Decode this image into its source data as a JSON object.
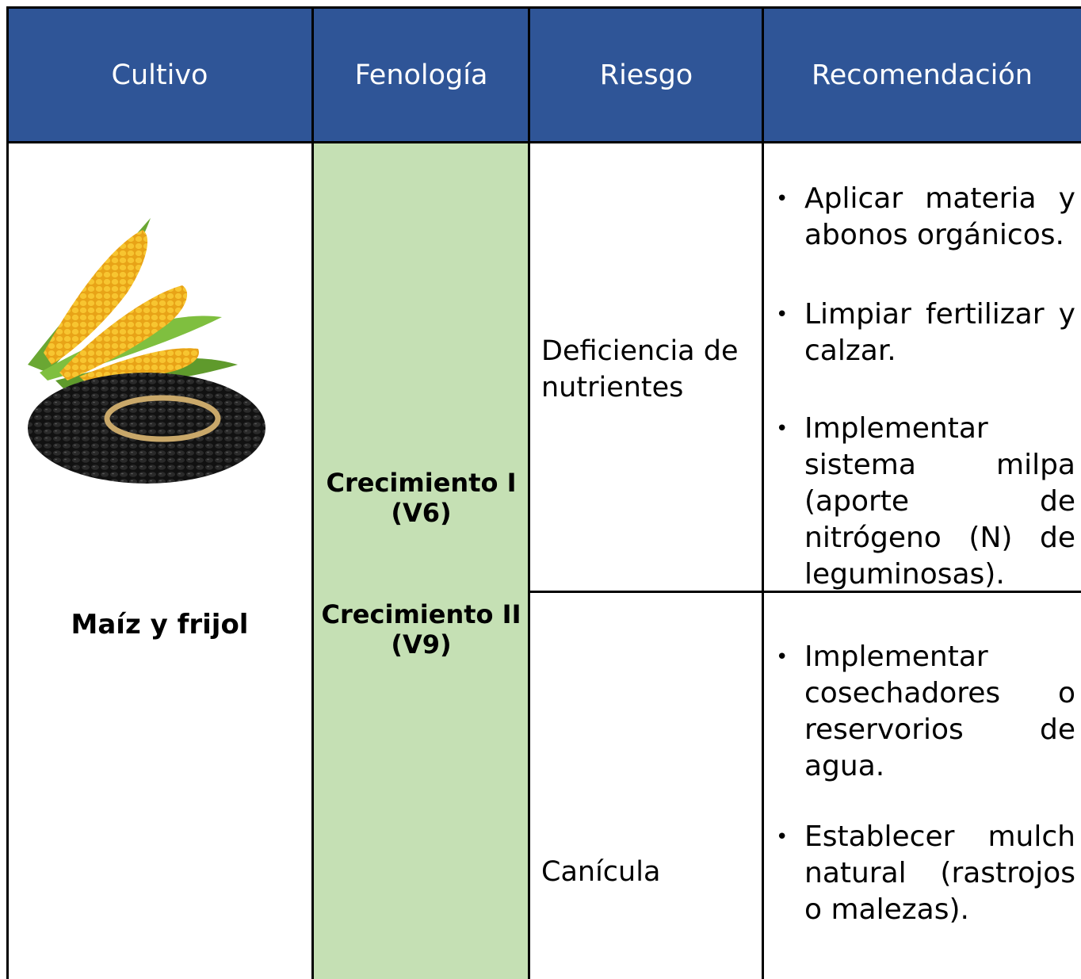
{
  "header": {
    "cultivo": "Cultivo",
    "fenologia": "Fenología",
    "riesgo": "Riesgo",
    "recomendacion": "Recomendación"
  },
  "row": {
    "crop_name": "Maíz y frijol",
    "crop_image": "corn-and-black-beans-photo",
    "phenology": [
      "Crecimiento I (V6)",
      "Crecimiento II (V9)"
    ]
  },
  "risks": [
    {
      "name": "Deficiencia de nutrientes",
      "recommendations": [
        "Aplicar materia y abonos orgánicos.",
        "Limpiar fertilizar y calzar.",
        "Implementar sistema milpa (aporte de nitrógeno (N) de leguminosas)."
      ]
    },
    {
      "name": "Canícula",
      "recommendations": [
        "Implementar cosechadores o reservorios de agua.",
        "Establecer mulch natural (rastrojos o malezas)."
      ]
    }
  ],
  "colors": {
    "header_bg": "#2f5597",
    "phenology_bg": "#c5e0b4",
    "grid": "#000000"
  }
}
